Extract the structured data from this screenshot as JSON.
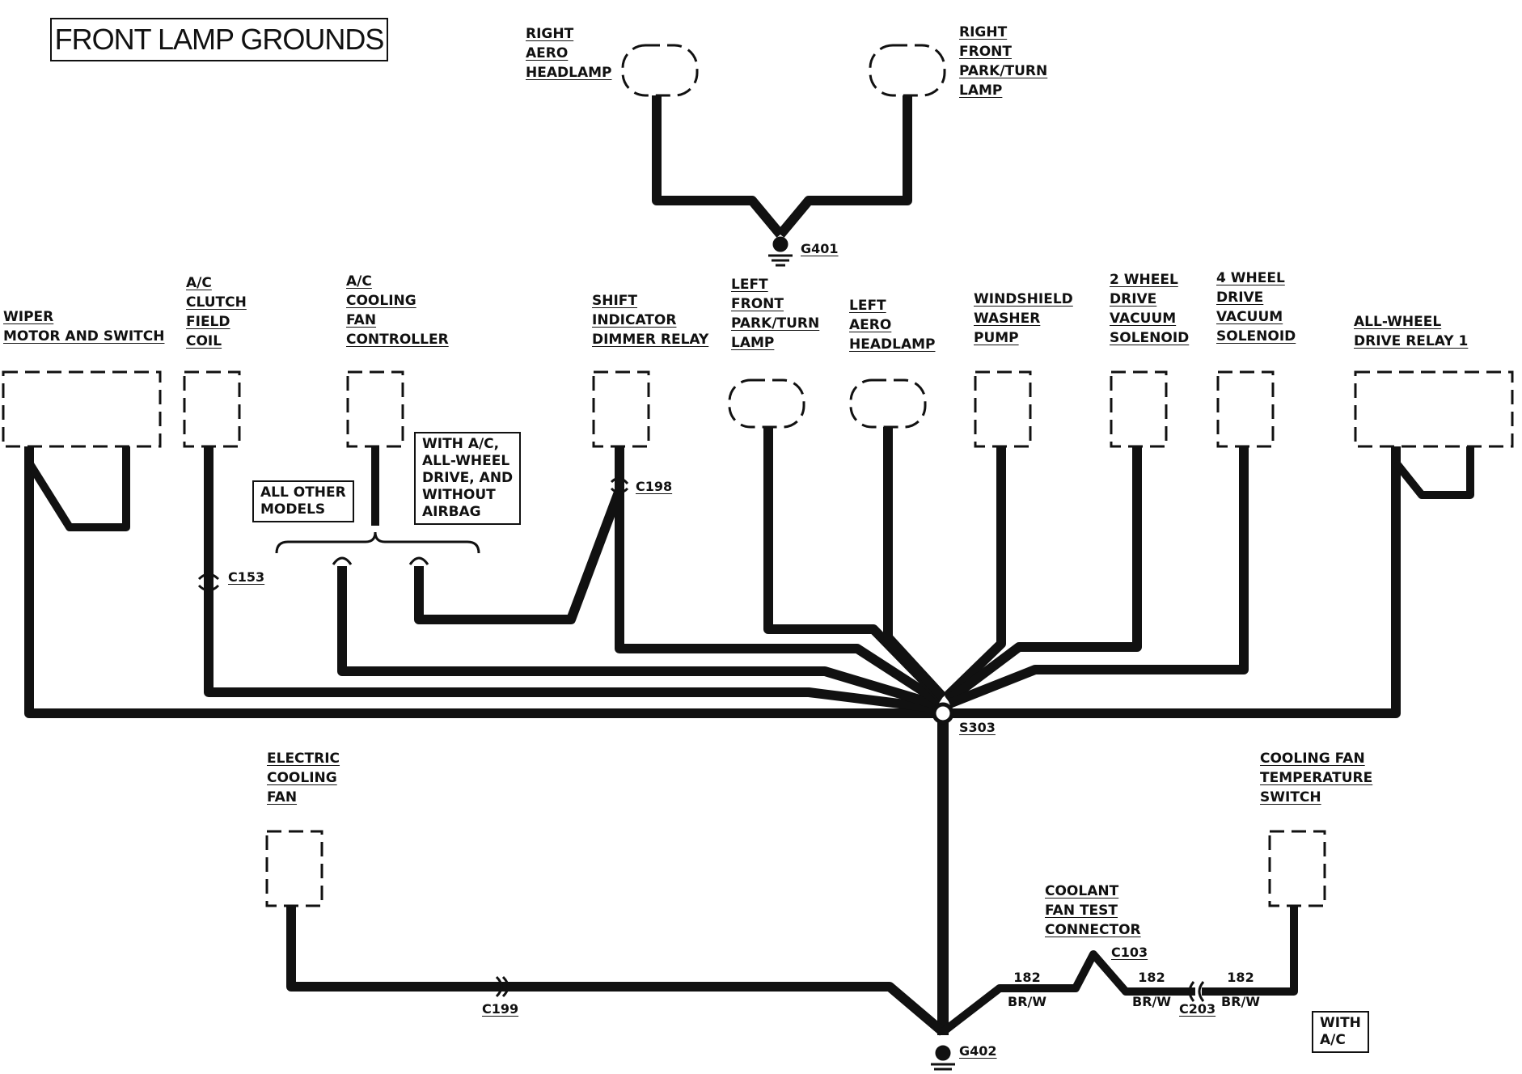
{
  "title": "FRONT LAMP GROUNDS",
  "components": {
    "right_aero_headlamp": [
      "RIGHT",
      "AERO",
      "HEADLAMP"
    ],
    "right_front_park_turn_lamp": [
      "RIGHT",
      "FRONT",
      "PARK/TURN",
      "LAMP"
    ],
    "wiper_motor_and_switch": [
      "WIPER",
      "MOTOR AND SWITCH"
    ],
    "ac_clutch_field_coil": [
      "A/C",
      "CLUTCH",
      "FIELD",
      "COIL"
    ],
    "ac_cooling_fan_controller": [
      "A/C",
      "COOLING",
      "FAN",
      "CONTROLLER"
    ],
    "shift_indicator_dimmer_relay": [
      "SHIFT",
      "INDICATOR",
      "DIMMER RELAY"
    ],
    "left_front_park_turn_lamp": [
      "LEFT",
      "FRONT",
      "PARK/TURN",
      "LAMP"
    ],
    "left_aero_headlamp": [
      "LEFT",
      "AERO",
      "HEADLAMP"
    ],
    "windshield_washer_pump": [
      "WINDSHIELD",
      "WASHER",
      "PUMP"
    ],
    "two_wheel_drive_vacuum_solenoid": [
      "2 WHEEL",
      "DRIVE",
      "VACUUM",
      "SOLENOID"
    ],
    "four_wheel_drive_vacuum_solenoid": [
      "4 WHEEL",
      "DRIVE",
      "VACUUM",
      "SOLENOID"
    ],
    "all_wheel_drive_relay_1": [
      "ALL-WHEEL",
      "DRIVE RELAY 1"
    ],
    "electric_cooling_fan": [
      "ELECTRIC",
      "COOLING",
      "FAN"
    ],
    "cooling_fan_temperature_switch": [
      "COOLING  FAN",
      "TEMPERATURE",
      "SWITCH"
    ],
    "coolant_fan_test_connector": [
      "COOLANT",
      "FAN TEST",
      "CONNECTOR"
    ]
  },
  "notes": {
    "all_other_models": [
      "ALL OTHER",
      "MODELS"
    ],
    "with_ac_awd_no_airbag": [
      "WITH A/C,",
      "ALL-WHEEL",
      "DRIVE, AND",
      "WITHOUT",
      "AIRBAG"
    ],
    "with_ac": [
      "WITH",
      "A/C"
    ]
  },
  "grounds": {
    "g401": "G401",
    "g402": "G402"
  },
  "splices": {
    "s303": "S303"
  },
  "connectors": {
    "c153": "C153",
    "c198": "C198",
    "c199": "C199",
    "c103": "C103",
    "c203": "C203"
  },
  "wires": {
    "w1": {
      "circuit": "182",
      "color": "BR/W"
    },
    "w2": {
      "circuit": "182",
      "color": "BR/W"
    },
    "w3": {
      "circuit": "182",
      "color": "BR/W"
    }
  },
  "colors": {
    "ink": "#111111",
    "paper": "#ffffff"
  }
}
